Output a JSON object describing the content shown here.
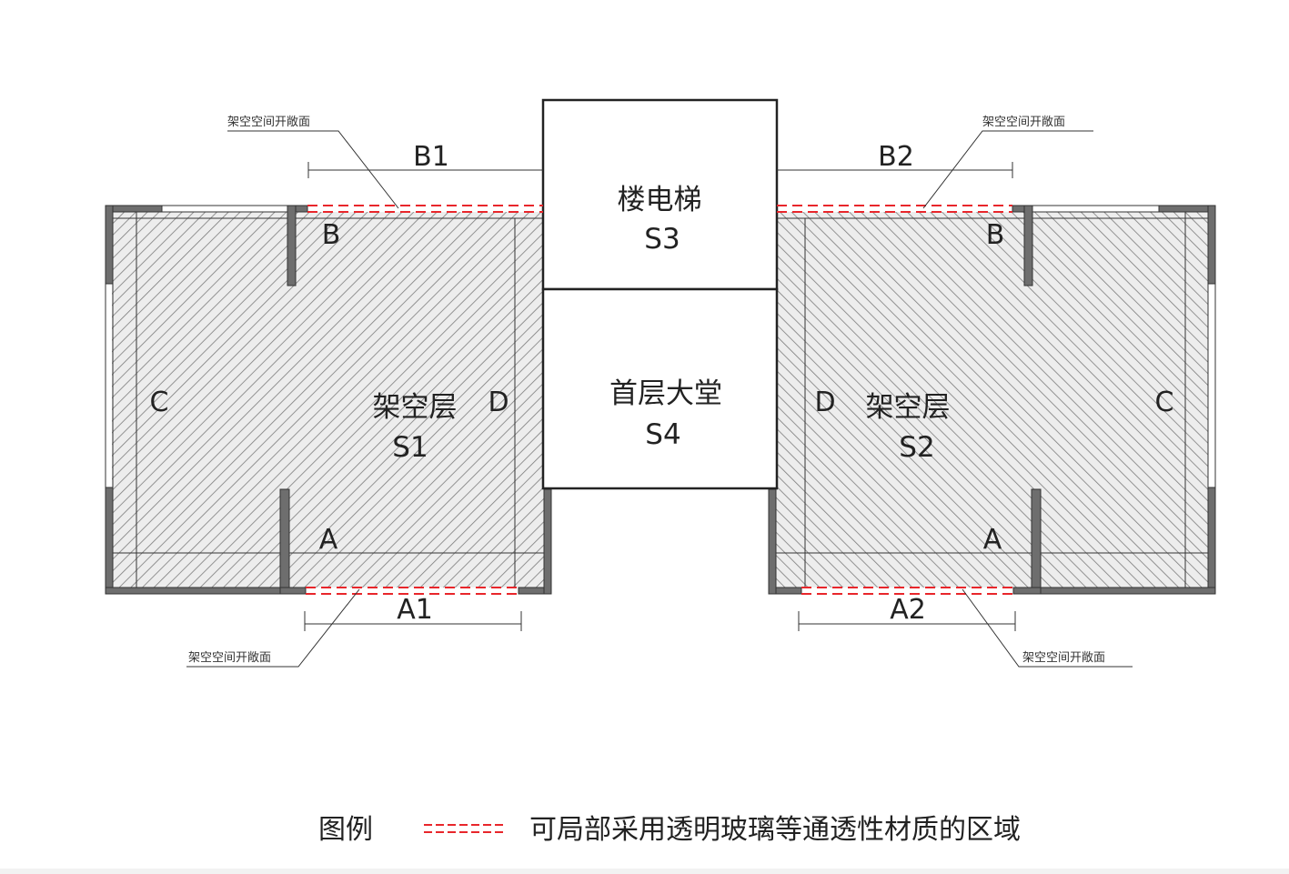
{
  "labels": {
    "opening_face": "架空空间开敞面",
    "dim_b1": "B1",
    "dim_b2": "B2",
    "dim_a1": "A1",
    "dim_a2": "A2"
  },
  "rooms": {
    "s1_name": "架空层",
    "s1_code": "S1",
    "s2_name": "架空层",
    "s2_code": "S2",
    "s3_name": "楼电梯",
    "s3_code": "S3",
    "s4_name": "首层大堂",
    "s4_code": "S4"
  },
  "edges": {
    "a": "A",
    "b": "B",
    "c": "C",
    "d": "D"
  },
  "legend": {
    "title": "图例",
    "description": "可局部采用透明玻璃等通透性材质的区域"
  },
  "colors": {
    "opening": "#e8262b",
    "wall": "#6e6e6e",
    "hatch": "#7c7c7c",
    "line": "#333333"
  }
}
